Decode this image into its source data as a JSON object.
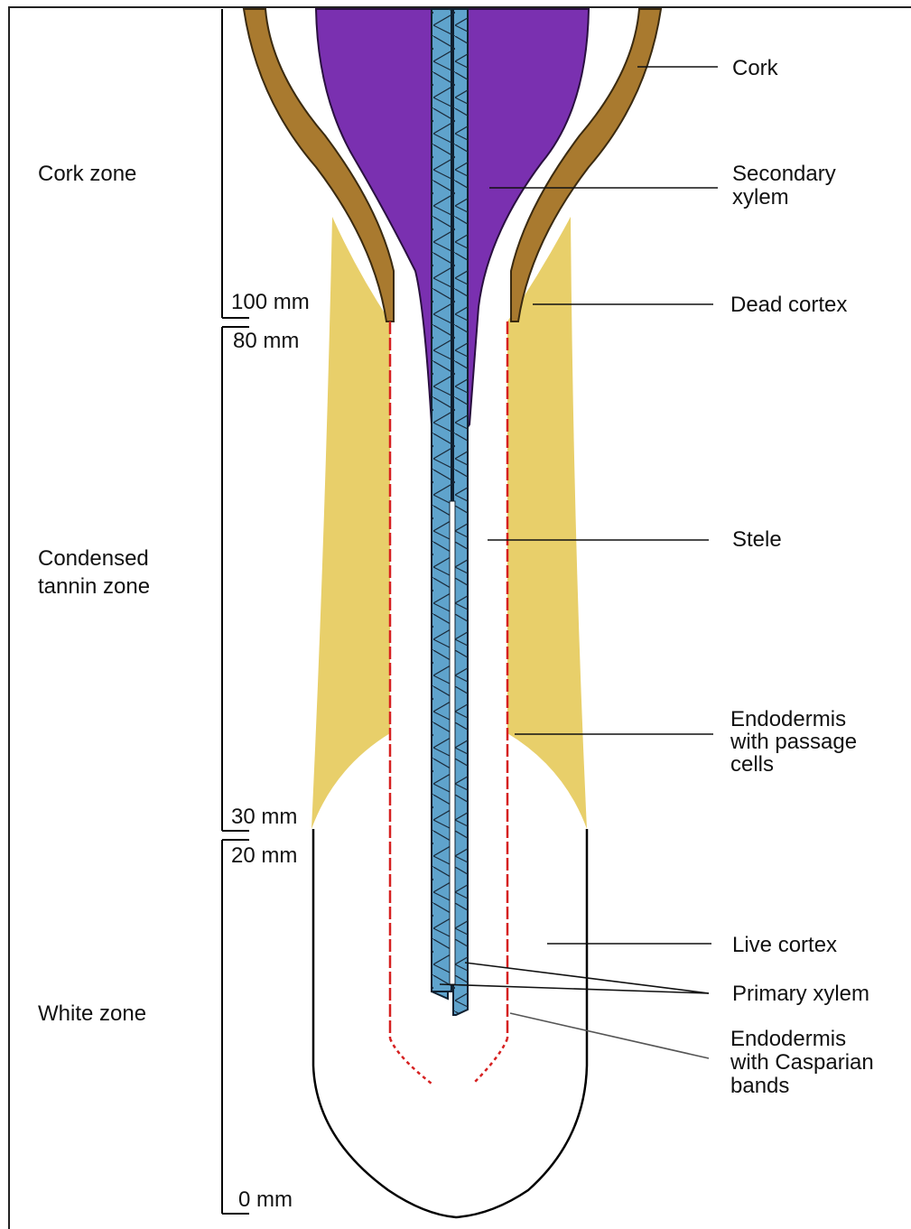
{
  "zones": {
    "cork": "Cork zone",
    "tannin_1": "Condensed",
    "tannin_2": "tannin zone",
    "white": "White zone"
  },
  "scale": {
    "m100": "100 mm",
    "m80": "80 mm",
    "m30": "30 mm",
    "m20": "20 mm",
    "m0": "0 mm"
  },
  "labels": {
    "cork": "Cork",
    "secondary_xylem_1": "Secondary",
    "secondary_xylem_2": "xylem",
    "dead_cortex": "Dead cortex",
    "stele": "Stele",
    "endo_passage_1": "Endodermis",
    "endo_passage_2": "with passage",
    "endo_passage_3": "cells",
    "live_cortex": "Live cortex",
    "primary_xylem": "Primary xylem",
    "endo_casparian_1": "Endodermis",
    "endo_casparian_2": "with Casparian",
    "endo_casparian_3": "bands"
  },
  "colors": {
    "cork": "#a97a2f",
    "cork_outline": "#3a2a10",
    "secondary_xylem": "#7a30b0",
    "tannin": "#e8cf6a",
    "xylem_blue": "#5fa3cc",
    "endodermis": "#d62020",
    "outline": "#000000"
  }
}
